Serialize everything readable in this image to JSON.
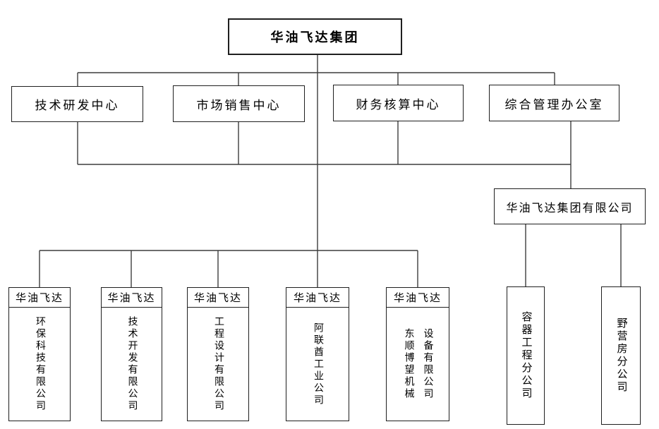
{
  "root": {
    "label": "华油飞达集团"
  },
  "centers": [
    {
      "label": "技术研发中心"
    },
    {
      "label": "市场销售中心"
    },
    {
      "label": "财务核算中心"
    },
    {
      "label": "综合管理办公室"
    }
  ],
  "group_company": {
    "label": "华油飞达集团有限公司"
  },
  "subsidiaries": [
    {
      "header": "华油飞达",
      "name": "环保科技有限公司"
    },
    {
      "header": "华油飞达",
      "name": "技术开发有限公司"
    },
    {
      "header": "华油飞达",
      "name": "工程设计有限公司"
    },
    {
      "header": "华油飞达",
      "name": "阿联酋工业公司"
    },
    {
      "header": "华油飞达",
      "name_columns": [
        "东顺博望机械",
        "设备有限公司"
      ]
    }
  ],
  "branches": [
    {
      "label": "容器工程分公司"
    },
    {
      "label": "野营房分公司"
    }
  ],
  "colors": {
    "background": "#ffffff",
    "border": "#1f1f1f",
    "line": "#3d3d3d",
    "text": "#000000"
  }
}
